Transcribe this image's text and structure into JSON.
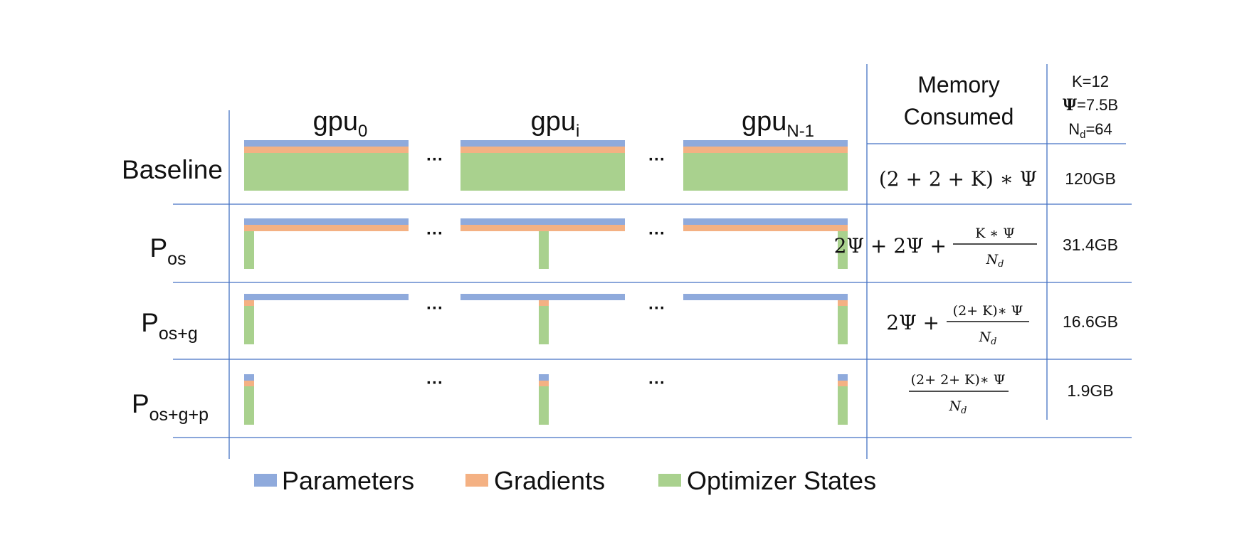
{
  "colors": {
    "parameters": "#8faadc",
    "gradients": "#f4b183",
    "optimizer_states": "#a9d18e",
    "grid_line": "#4472c4",
    "text": "#111111"
  },
  "columns": {
    "gpu_0": {
      "base": "gpu",
      "sub": "0"
    },
    "gpu_i": {
      "base": "gpu",
      "sub": "i"
    },
    "gpu_n1": {
      "base": "gpu",
      "sub": "N-1"
    },
    "ellipsis": "···"
  },
  "memory_header": {
    "line1": "Memory",
    "line2": "Consumed"
  },
  "params_header": {
    "k": "K=12",
    "psi_symbol": "Ψ",
    "psi_value": "=7.5B",
    "nd_base": "N",
    "nd_sub": "d",
    "nd_value": "=64"
  },
  "rows": {
    "baseline": {
      "label": "Baseline",
      "formula": "(2 + 2 + K) ∗ Ψ",
      "memory": "120GB",
      "shard": {
        "params": false,
        "grads": false,
        "optim": false
      }
    },
    "pos": {
      "label_base": "P",
      "label_sub": "os",
      "formula_left": "2Ψ + 2Ψ +",
      "formula_num": "K ∗ Ψ",
      "formula_den_base": "N",
      "formula_den_sub": "d",
      "memory": "31.4GB",
      "shard": {
        "params": false,
        "grads": false,
        "optim": true
      }
    },
    "posg": {
      "label_base": "P",
      "label_sub": "os+g",
      "formula_left": "2Ψ +",
      "formula_num": "(2+ K)∗ Ψ",
      "formula_den_base": "N",
      "formula_den_sub": "d",
      "memory": "16.6GB",
      "shard": {
        "params": false,
        "grads": true,
        "optim": true
      }
    },
    "posgp": {
      "label_base": "P",
      "label_sub": "os+g+p",
      "formula_num": "(2+ 2+ K)∗ Ψ",
      "formula_den_base": "N",
      "formula_den_sub": "d",
      "memory": "1.9GB",
      "shard": {
        "params": true,
        "grads": true,
        "optim": true
      }
    }
  },
  "legend": {
    "parameters": "Parameters",
    "gradients": "Gradients",
    "optimizer_states": "Optimizer States"
  }
}
